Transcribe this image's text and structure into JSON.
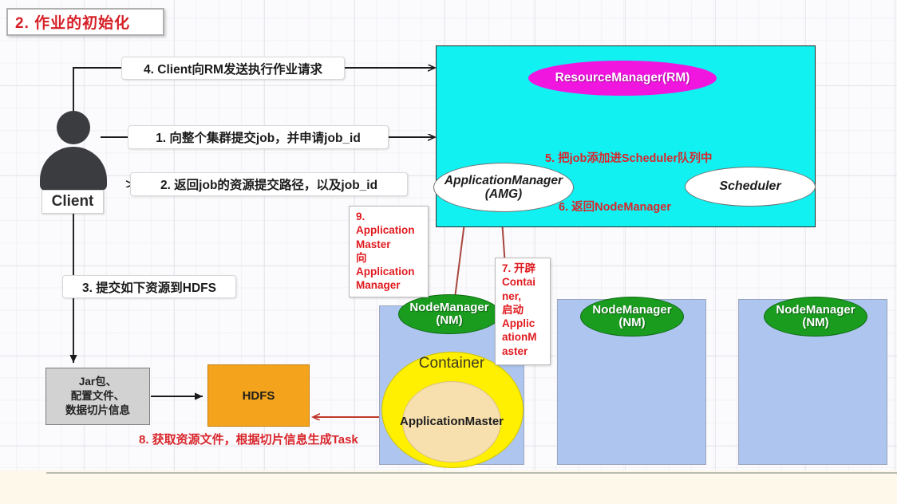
{
  "title": {
    "text": "2.  作业的初始化",
    "color": "#d61f26"
  },
  "actors": {
    "client_label": "Client",
    "client_icon": "person-icon"
  },
  "flow_labels": {
    "step1": "1. 向整个集群提交job，并申请job_id",
    "step2": "2. 返回job的资源提交路径，以及job_id",
    "step3": "3. 提交如下资源到HDFS",
    "step4": "4. Client向RM发送执行作业请求"
  },
  "resource_manager": {
    "panel_color": "#12f1f1",
    "rm_ellipse": "ResourceManager(RM)",
    "rm_ellipse_color": "#f016e0",
    "application_manager": "ApplicationManager\n(AMG)",
    "application_manager_line1": "ApplicationManager",
    "application_manager_line2": "(AMG)",
    "scheduler": "Scheduler",
    "step5": "5. 把job添加进Scheduler队列中",
    "step6": "6. 返回NodeManager",
    "red_color": "#d8262c"
  },
  "notes": {
    "note9": "9.\nApplication\nMaster\n向\nApplication\nManager",
    "note7": "7. 开辟\nContai\nner,\n启动\nApplic\nationM\naster"
  },
  "storage": {
    "resources_box": "Jar包、\n配置文件、\n数据切片信息",
    "resources_line1": "Jar包、",
    "resources_line2": "配置文件、",
    "resources_line3": "数据切片信息",
    "hdfs": "HDFS",
    "hdfs_color": "#f4a41c",
    "step8": "8. 获取资源文件，根据切片信息生成Task"
  },
  "nodes": [
    {
      "name": "NodeManager\n(NM)",
      "line1": "NodeManager",
      "line2": "(NM)",
      "has_container": true,
      "container_label": "Container",
      "app_master_label": "ApplicationMaster"
    },
    {
      "name": "NodeManager\n(NM)",
      "line1": "NodeManager",
      "line2": "(NM)",
      "has_container": false
    },
    {
      "name": "NodeManager\n(NM)",
      "line1": "NodeManager",
      "line2": "(NM)",
      "has_container": false
    }
  ],
  "colors": {
    "node_panel": "#aec6ef",
    "node_ellipse": "#1a9c1f",
    "container": "#ffef00",
    "app_master": "#f7dfae",
    "resource_box": "#d2d2d2",
    "arrow_black": "#1a1a1a",
    "arrow_red": "#c0392b"
  }
}
